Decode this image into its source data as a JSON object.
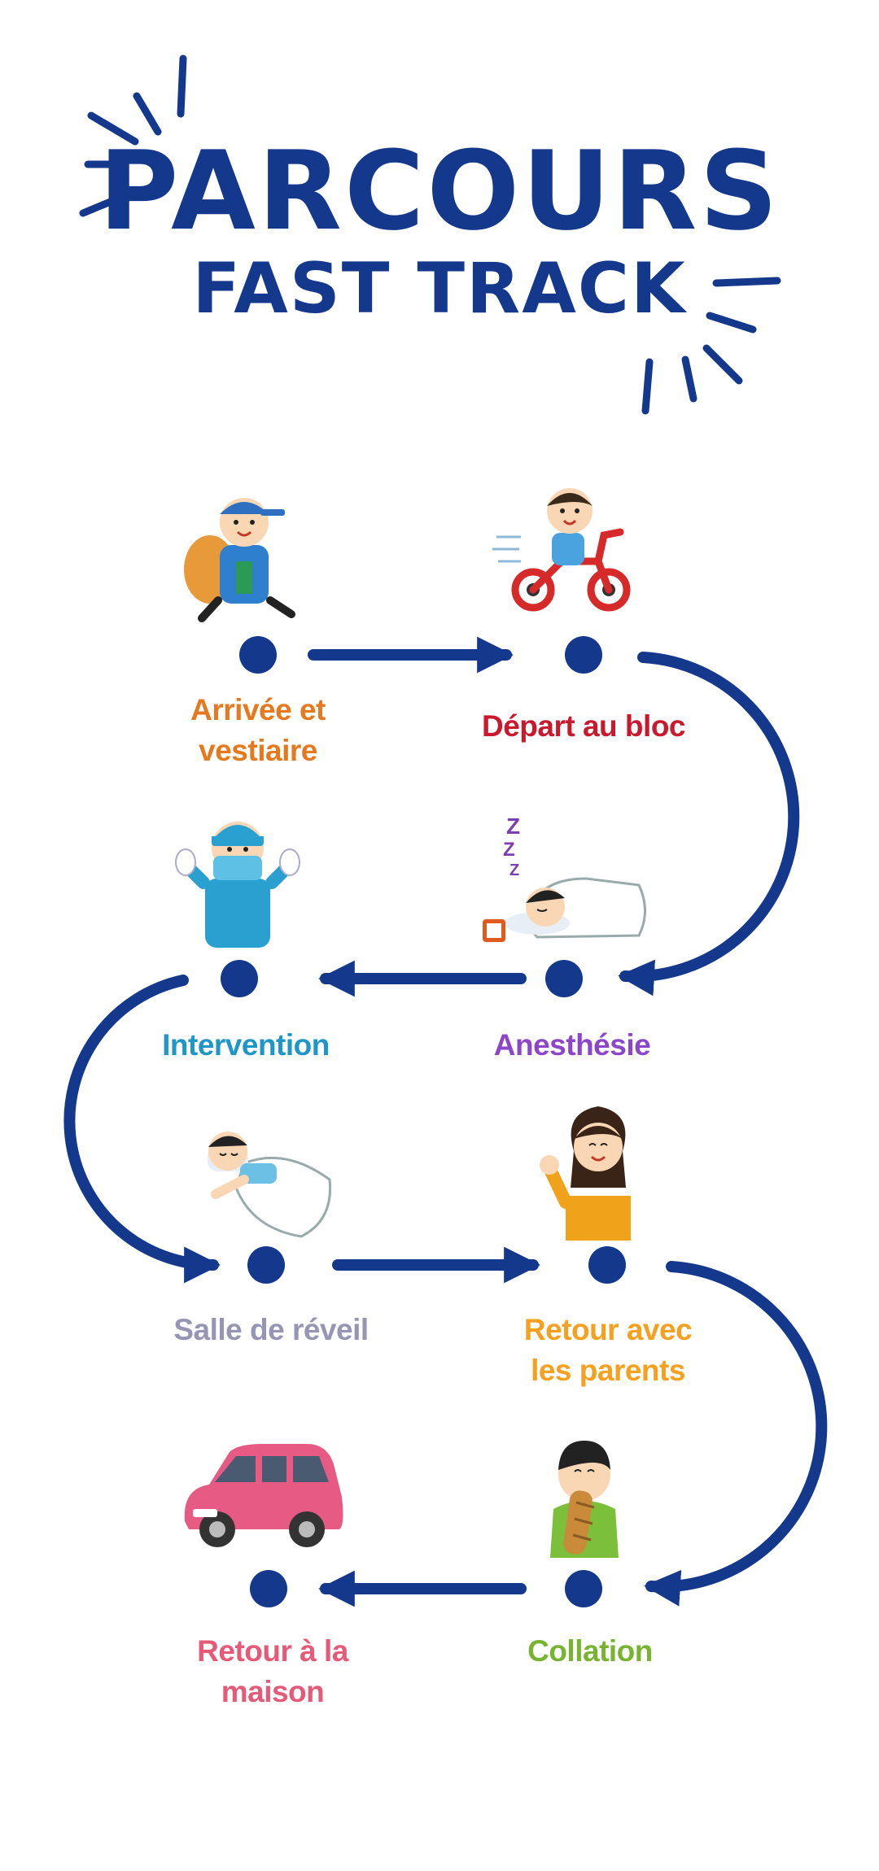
{
  "header": {
    "title": "PARCOURS",
    "subtitle": "FAST TRACK"
  },
  "steps": [
    {
      "line1": "Arrivée et",
      "line2": "vestiaire",
      "color": "#e6781e",
      "icon": "child-with-backpack-icon"
    },
    {
      "line1": "Départ au bloc",
      "line2": "",
      "color": "#c8192d",
      "icon": "child-on-balance-bike-icon"
    },
    {
      "line1": "Intervention",
      "line2": "",
      "color": "#1e96c8",
      "icon": "surgeon-icon"
    },
    {
      "line1": "Anesthésie",
      "line2": "",
      "color": "#8c46c8",
      "icon": "sleeping-child-zzz-icon"
    },
    {
      "line1": "Salle de réveil",
      "line2": "",
      "color": "#9696b4",
      "icon": "child-waking-in-bed-icon"
    },
    {
      "line1": "Retour avec",
      "line2": "les parents",
      "color": "#f5a01e",
      "icon": "waving-mother-icon"
    },
    {
      "line1": "Retour à la",
      "line2": "maison",
      "color": "#e65a78",
      "icon": "pink-car-icon"
    },
    {
      "line1": "Collation",
      "line2": "",
      "color": "#78b432",
      "icon": "child-eating-bread-icon"
    }
  ],
  "colors": {
    "accent": "#14388c",
    "background": "#ffffff"
  }
}
